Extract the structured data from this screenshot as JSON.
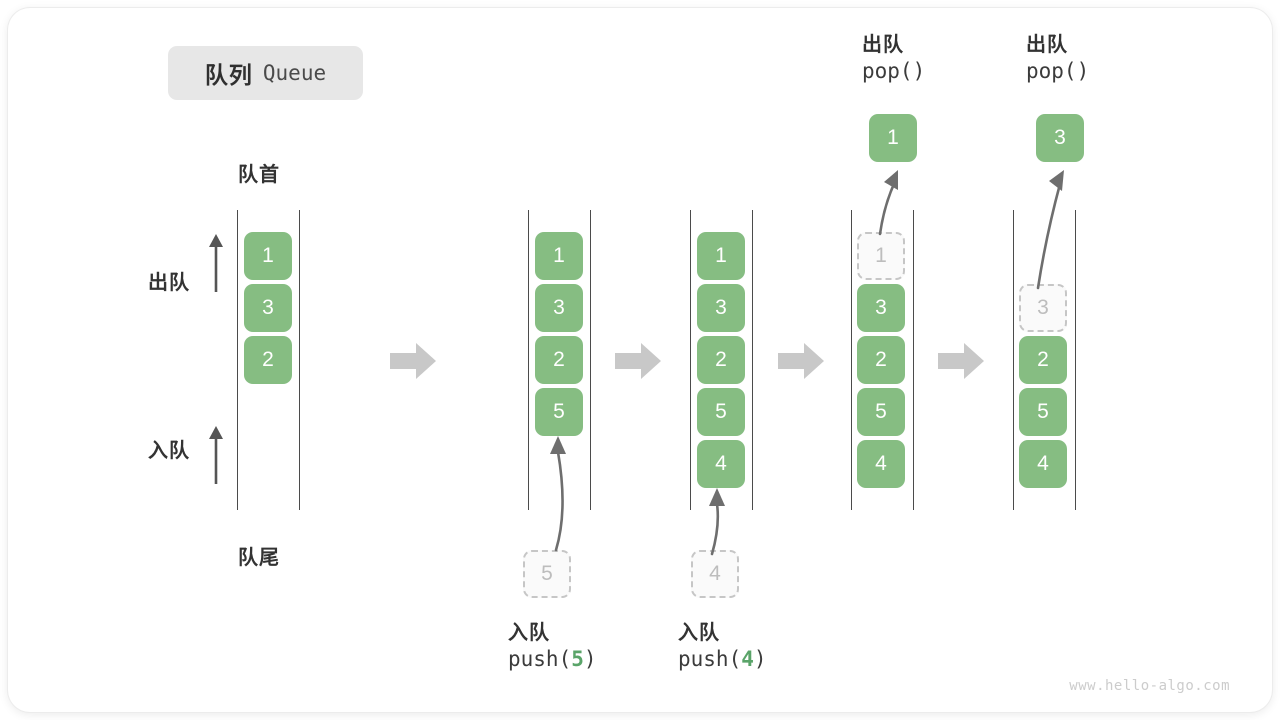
{
  "title": {
    "cn": "队列",
    "en": "Queue"
  },
  "labels": {
    "head": "队首",
    "tail": "队尾",
    "dequeue": "出队",
    "enqueue": "入队"
  },
  "watermark": "www.hello-algo.com",
  "colors": {
    "element": "#86bd82",
    "ghost_border": "#c6c6c6",
    "ghost_text": "#bdbdbd",
    "rail": "#4b4b4b",
    "step_arrow": "#c8c8c8",
    "code_accent": "#5aa469",
    "badge_bg": "#e7e7e7",
    "text": "#333333"
  },
  "steps": [
    {
      "id": "initial",
      "cells": [
        "1",
        "3",
        "2"
      ],
      "ghost_top": null,
      "incoming": null,
      "popped": null,
      "op": null
    },
    {
      "id": "push-5",
      "cells": [
        "1",
        "3",
        "2",
        "5"
      ],
      "ghost_top": null,
      "incoming": "5",
      "popped": null,
      "op": {
        "cn": "入队",
        "code_prefix": "push(",
        "code_num": "5",
        "code_suffix": ")"
      }
    },
    {
      "id": "push-4",
      "cells": [
        "1",
        "3",
        "2",
        "5",
        "4"
      ],
      "ghost_top": null,
      "incoming": "4",
      "popped": null,
      "op": {
        "cn": "入队",
        "code_prefix": "push(",
        "code_num": "4",
        "code_suffix": ")"
      }
    },
    {
      "id": "pop-1",
      "cells": [
        "3",
        "2",
        "5",
        "4"
      ],
      "ghost_top": "1",
      "incoming": null,
      "popped": "1",
      "op": {
        "cn": "出队",
        "code_prefix": "pop(",
        "code_num": "",
        "code_suffix": ")"
      }
    },
    {
      "id": "pop-3",
      "cells": [
        "2",
        "5",
        "4"
      ],
      "ghost_top": "3",
      "incoming": null,
      "popped": "3",
      "op": {
        "cn": "出队",
        "code_prefix": "pop(",
        "code_num": "",
        "code_suffix": ")"
      }
    }
  ]
}
